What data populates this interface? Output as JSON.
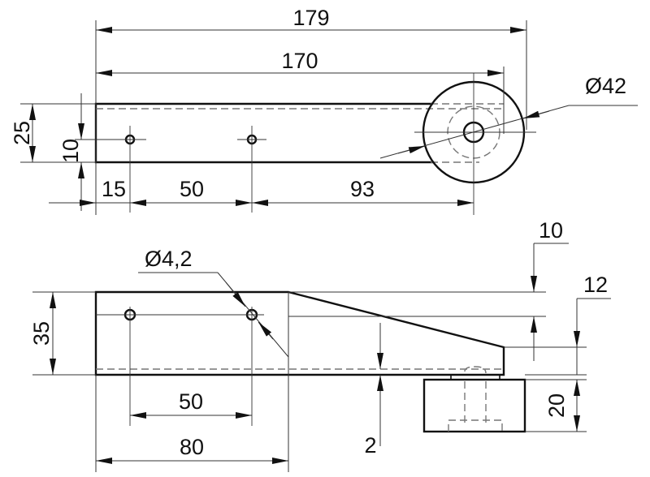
{
  "top_view": {
    "dim_overall": "179",
    "dim_length": "170",
    "dim_height": "25",
    "dim_hole_height": "10",
    "dim_first_hole": "15",
    "dim_hole_spacing": "50",
    "dim_to_foot": "93",
    "dim_foot_diameter": "Ø42"
  },
  "side_view": {
    "dim_hole_diameter": "Ø4,2",
    "dim_height": "35",
    "dim_hole_spacing": "50",
    "dim_flat_length": "80",
    "dim_gap": "2",
    "dim_top_offset": "10",
    "dim_end_height": "12",
    "dim_foot_height": "20"
  }
}
